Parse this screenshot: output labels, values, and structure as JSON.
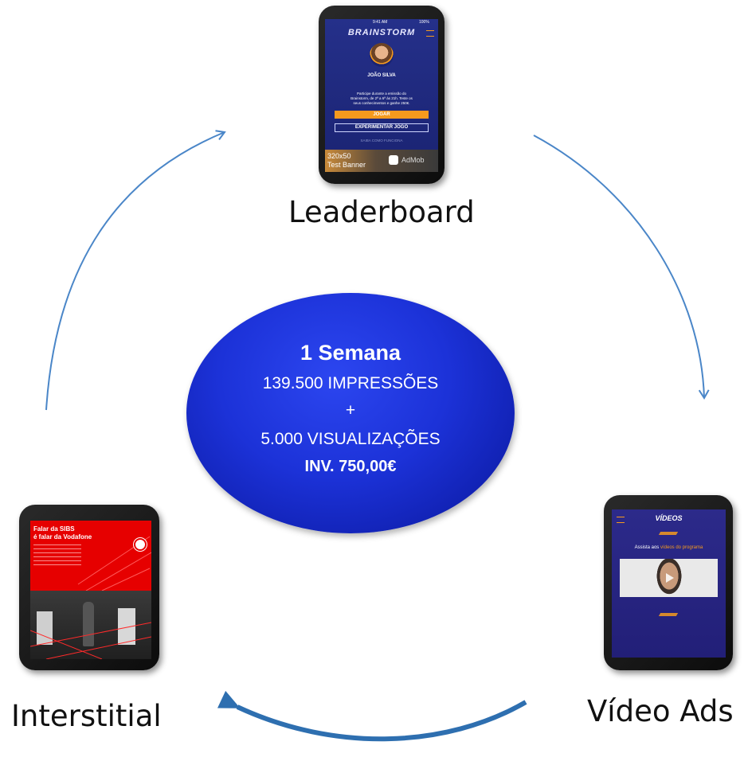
{
  "center": {
    "title": "1 Semana",
    "impressions": "139.500 IMPRESSÕES",
    "plus": "+",
    "views": "5.000 VISUALIZAÇÕES",
    "investment": "INV. 750,00€"
  },
  "labels": {
    "leaderboard": "Leaderboard",
    "interstitial": "Interstitial",
    "video": "Vídeo Ads"
  },
  "leaderboard_phone": {
    "status_time": "9:41 AM",
    "status_battery": "100%",
    "app_title": "BRAINSTORM",
    "user_name": "JOÃO SILVA",
    "text_line1": "Participe durante a emissão do",
    "text_line2": "Brainstorm, de 2ª a 6ª às 21h. Teste os",
    "text_line3": "seus conhecimentos e ganhe 250€.",
    "play_button": "JOGAR",
    "try_button": "EXPERIMENTAR JOGO",
    "how_it_works": "SAIBA COMO FUNCIONA",
    "banner_size": "320x50",
    "banner_label": "Test Banner",
    "banner_brand": "AdMob"
  },
  "interstitial_phone": {
    "headline1": "Falar da SIBS",
    "headline2": "é falar da Vodafone"
  },
  "video_phone": {
    "title": "VÍDEOS",
    "subtitle_prefix": "Assista aos",
    "subtitle_highlight": "vídeos do programa"
  },
  "colors": {
    "ellipse": "#1c32d8",
    "arrow": "#4a86c8",
    "arrow_bottom": "#2e6fb0",
    "app_bg": "#1f2a7a",
    "accent_orange": "#f59a1e",
    "vodafone_red": "#e60000"
  }
}
